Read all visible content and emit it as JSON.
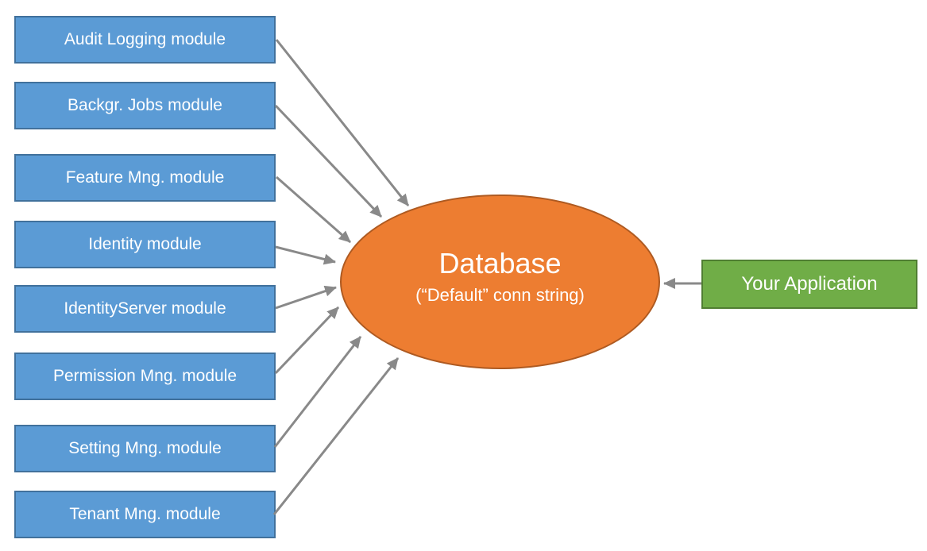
{
  "diagram": {
    "modules": [
      {
        "label": "Audit Logging module"
      },
      {
        "label": "Backgr. Jobs module"
      },
      {
        "label": "Feature Mng. module"
      },
      {
        "label": "Identity module"
      },
      {
        "label": "IdentityServer module"
      },
      {
        "label": "Permission Mng. module"
      },
      {
        "label": "Setting Mng. module"
      },
      {
        "label": "Tenant Mng. module"
      }
    ],
    "database": {
      "title": "Database",
      "subtitle": "(“Default” conn string)"
    },
    "application": {
      "label": "Your Application"
    },
    "connections": [
      {
        "from": "Audit Logging module",
        "to": "Database"
      },
      {
        "from": "Backgr. Jobs module",
        "to": "Database"
      },
      {
        "from": "Feature Mng. module",
        "to": "Database"
      },
      {
        "from": "Identity module",
        "to": "Database"
      },
      {
        "from": "IdentityServer module",
        "to": "Database"
      },
      {
        "from": "Permission Mng. module",
        "to": "Database"
      },
      {
        "from": "Setting Mng. module",
        "to": "Database"
      },
      {
        "from": "Tenant Mng. module",
        "to": "Database"
      },
      {
        "from": "Your Application",
        "to": "Database"
      }
    ],
    "colors": {
      "module_fill": "#5B9BD5",
      "module_border": "#41719C",
      "database_fill": "#ED7D31",
      "database_border": "#AE5A21",
      "application_fill": "#70AD47",
      "application_border": "#507E32",
      "arrow": "#898989",
      "text": "#FFFFFF"
    }
  }
}
